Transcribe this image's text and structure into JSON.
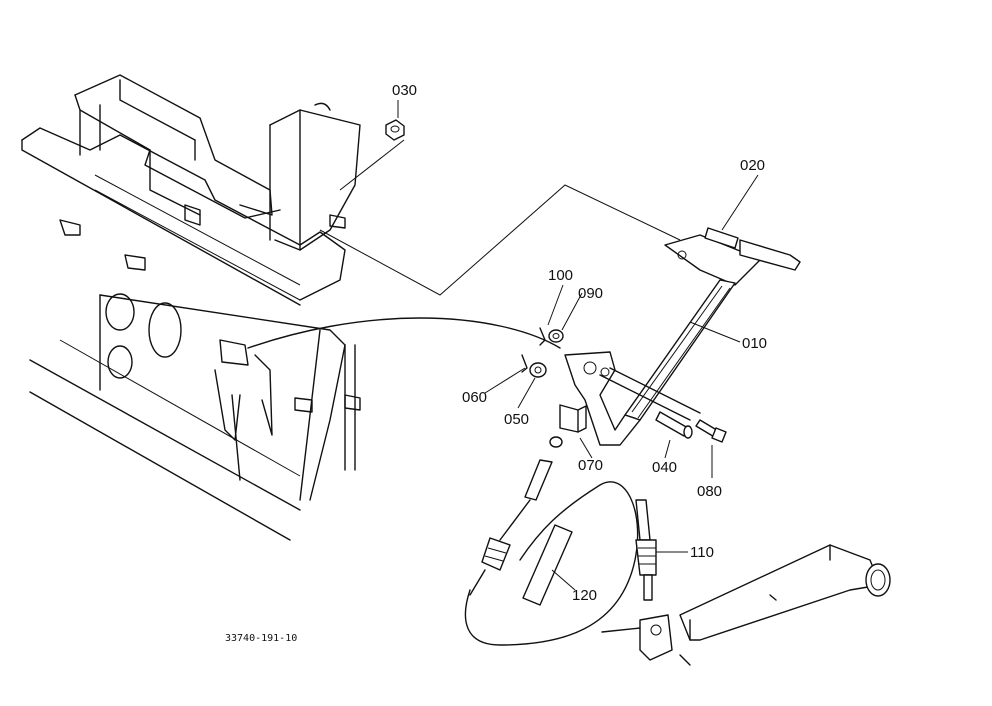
{
  "drawing_number": "33740-191-10",
  "parts": [
    {
      "id": "part-030",
      "label": "030"
    },
    {
      "id": "part-020",
      "label": "020"
    },
    {
      "id": "part-100",
      "label": "100"
    },
    {
      "id": "part-090",
      "label": "090"
    },
    {
      "id": "part-010",
      "label": "010"
    },
    {
      "id": "part-060",
      "label": "060"
    },
    {
      "id": "part-050",
      "label": "050"
    },
    {
      "id": "part-070",
      "label": "070"
    },
    {
      "id": "part-040",
      "label": "040"
    },
    {
      "id": "part-080",
      "label": "080"
    },
    {
      "id": "part-110",
      "label": "110"
    },
    {
      "id": "part-120",
      "label": "120"
    }
  ]
}
